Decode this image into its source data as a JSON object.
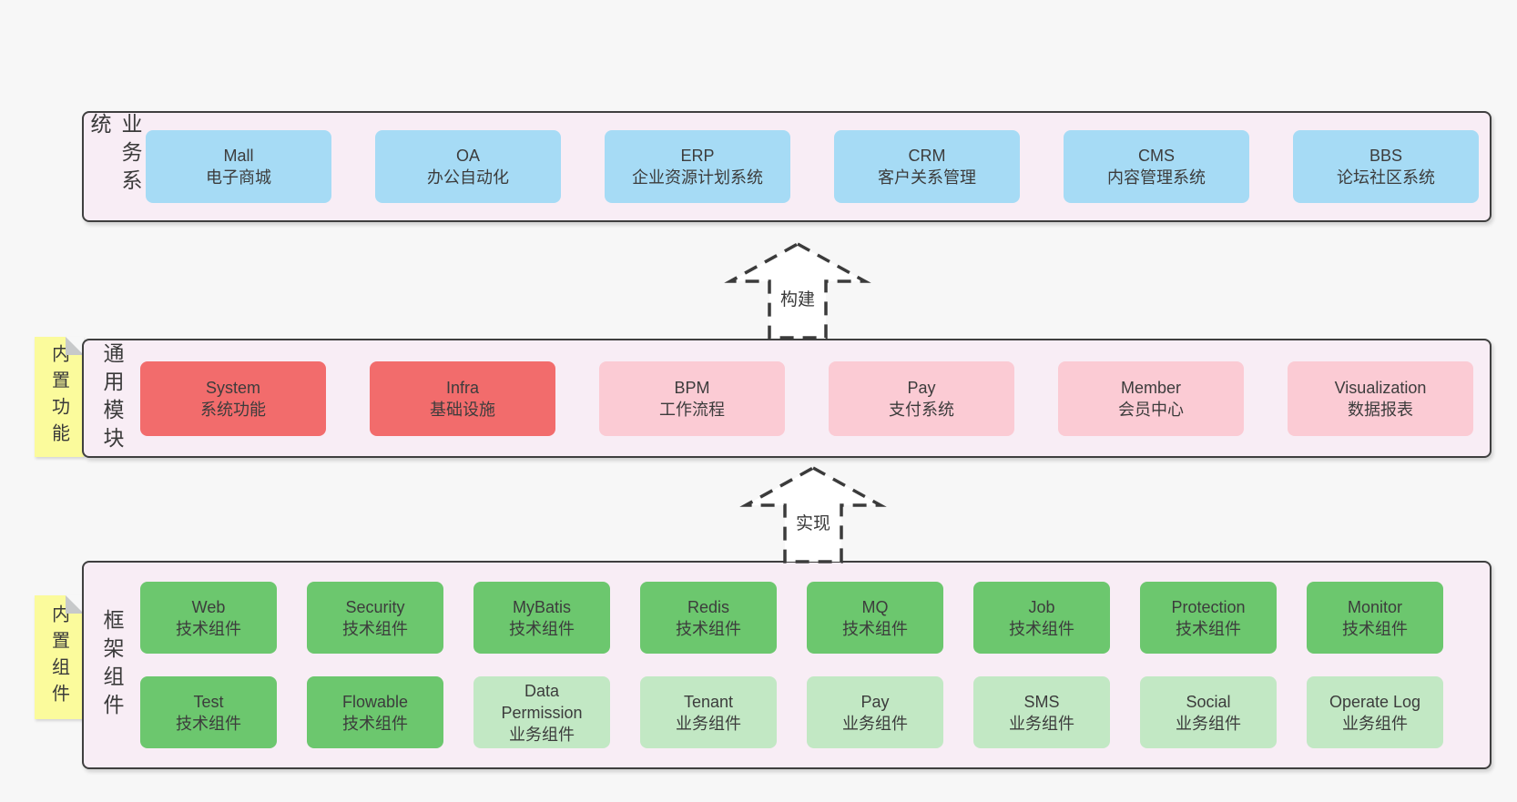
{
  "page": {
    "background": "#f7f7f7"
  },
  "colors": {
    "band_background": "#f8edf5",
    "band_border": "#3f3f3f",
    "box_blue": "#a6dbf5",
    "box_red": "#f26c6c",
    "box_pink": "#fbcbd4",
    "box_green": "#6cc76e",
    "box_green_light": "#c2e8c4",
    "sticky_yellow": "#fbfb9c",
    "text": "#3c3c3c"
  },
  "arrows": [
    {
      "label": "构建"
    },
    {
      "label": "实现"
    }
  ],
  "bands": [
    {
      "label": "业务系统",
      "rows": [
        [
          {
            "name": "Mall",
            "desc": "电子商城",
            "variant": "blue"
          },
          {
            "name": "OA",
            "desc": "办公自动化",
            "variant": "blue"
          },
          {
            "name": "ERP",
            "desc": "企业资源计划系统",
            "variant": "blue"
          },
          {
            "name": "CRM",
            "desc": "客户关系管理",
            "variant": "blue"
          },
          {
            "name": "CMS",
            "desc": "内容管理系统",
            "variant": "blue"
          },
          {
            "name": "BBS",
            "desc": "论坛社区系统",
            "variant": "blue"
          }
        ]
      ]
    },
    {
      "label": "通用模块",
      "sticky": "内置功能",
      "rows": [
        [
          {
            "name": "System",
            "desc": "系统功能",
            "variant": "red"
          },
          {
            "name": "Infra",
            "desc": "基础设施",
            "variant": "red"
          },
          {
            "name": "BPM",
            "desc": "工作流程",
            "variant": "pink"
          },
          {
            "name": "Pay",
            "desc": "支付系统",
            "variant": "pink"
          },
          {
            "name": "Member",
            "desc": "会员中心",
            "variant": "pink"
          },
          {
            "name": "Visualization",
            "desc": "数据报表",
            "variant": "pink"
          }
        ]
      ]
    },
    {
      "label": "框架组件",
      "sticky": "内置组件",
      "rows": [
        [
          {
            "name": "Web",
            "desc": "技术组件",
            "variant": "green"
          },
          {
            "name": "Security",
            "desc": "技术组件",
            "variant": "green"
          },
          {
            "name": "MyBatis",
            "desc": "技术组件",
            "variant": "green"
          },
          {
            "name": "Redis",
            "desc": "技术组件",
            "variant": "green"
          },
          {
            "name": "MQ",
            "desc": "技术组件",
            "variant": "green"
          },
          {
            "name": "Job",
            "desc": "技术组件",
            "variant": "green"
          },
          {
            "name": "Protection",
            "desc": "技术组件",
            "variant": "green"
          },
          {
            "name": "Monitor",
            "desc": "技术组件",
            "variant": "green"
          }
        ],
        [
          {
            "name": "Test",
            "desc": "技术组件",
            "variant": "green"
          },
          {
            "name": "Flowable",
            "desc": "技术组件",
            "variant": "green"
          },
          {
            "name": "Data Permission",
            "desc": "业务组件",
            "variant": "green-light"
          },
          {
            "name": "Tenant",
            "desc": "业务组件",
            "variant": "green-light"
          },
          {
            "name": "Pay",
            "desc": "业务组件",
            "variant": "green-light"
          },
          {
            "name": "SMS",
            "desc": "业务组件",
            "variant": "green-light"
          },
          {
            "name": "Social",
            "desc": "业务组件",
            "variant": "green-light"
          },
          {
            "name": "Operate Log",
            "desc": "业务组件",
            "variant": "green-light"
          }
        ]
      ]
    }
  ]
}
